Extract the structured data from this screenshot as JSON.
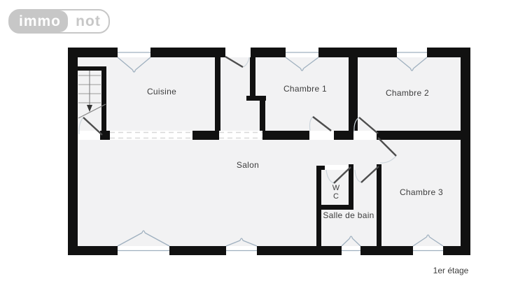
{
  "logo": {
    "part1": "immo",
    "part2": "not"
  },
  "floor_label": "1er étage",
  "rooms": {
    "cuisine": "Cuisine",
    "chambre1": "Chambre 1",
    "chambre2": "Chambre 2",
    "salon": "Salon",
    "wc_line1": "W",
    "wc_line2": "C",
    "salle_de_bain": "Salle de bain",
    "chambre3": "Chambre 3"
  },
  "colors": {
    "wall": "#111111",
    "room_fill": "#f2f2f3",
    "door": "#4d4d4d",
    "window": "#9fb0bf",
    "arc": "#ccd5dc",
    "dash": "#d8d8d8",
    "label": "#3d3d3d",
    "stair_line": "#9a9a9a"
  }
}
